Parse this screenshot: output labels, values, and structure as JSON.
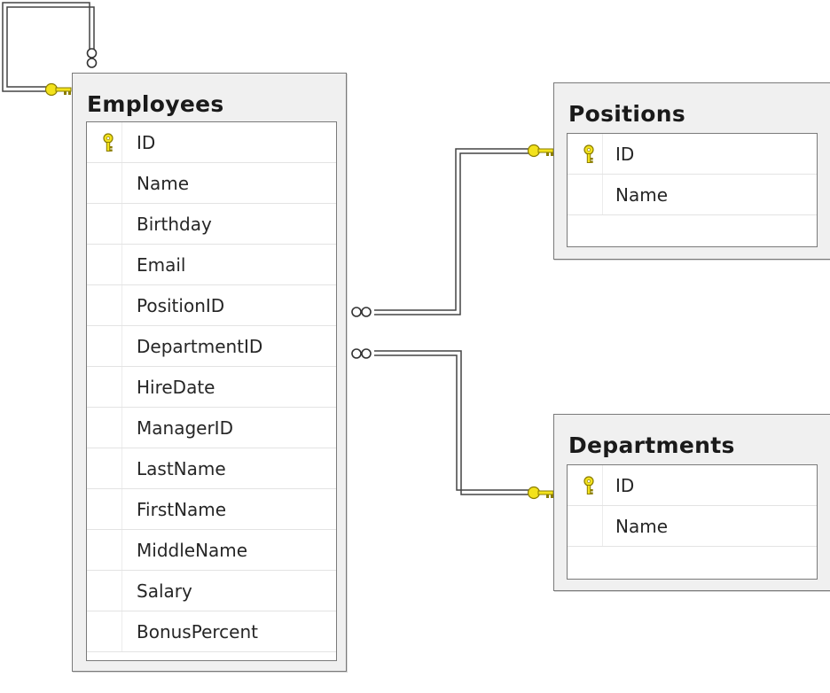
{
  "tables": {
    "employees": {
      "title": "Employees",
      "columns": [
        {
          "name": "ID",
          "primary_key": true
        },
        {
          "name": "Name",
          "primary_key": false
        },
        {
          "name": "Birthday",
          "primary_key": false
        },
        {
          "name": "Email",
          "primary_key": false
        },
        {
          "name": "PositionID",
          "primary_key": false
        },
        {
          "name": "DepartmentID",
          "primary_key": false
        },
        {
          "name": "HireDate",
          "primary_key": false
        },
        {
          "name": "ManagerID",
          "primary_key": false
        },
        {
          "name": "LastName",
          "primary_key": false
        },
        {
          "name": "FirstName",
          "primary_key": false
        },
        {
          "name": "MiddleName",
          "primary_key": false
        },
        {
          "name": "Salary",
          "primary_key": false
        },
        {
          "name": "BonusPercent",
          "primary_key": false
        }
      ]
    },
    "positions": {
      "title": "Positions",
      "columns": [
        {
          "name": "ID",
          "primary_key": true
        },
        {
          "name": "Name",
          "primary_key": false
        }
      ]
    },
    "departments": {
      "title": "Departments",
      "columns": [
        {
          "name": "ID",
          "primary_key": true
        },
        {
          "name": "Name",
          "primary_key": false
        }
      ]
    }
  },
  "relationships": [
    {
      "from": "Employees.ManagerID",
      "to": "Employees.ID"
    },
    {
      "from": "Employees.PositionID",
      "to": "Positions.ID"
    },
    {
      "from": "Employees.DepartmentID",
      "to": "Departments.ID"
    }
  ],
  "icons": {
    "primary_key": "key-icon",
    "many_end": "infinity-icon"
  },
  "colors": {
    "key_fill": "#f3e21c",
    "key_stroke": "#8a7c00",
    "line": "#444444",
    "panel": "#f0f0f0",
    "border": "#7a7a7a"
  }
}
